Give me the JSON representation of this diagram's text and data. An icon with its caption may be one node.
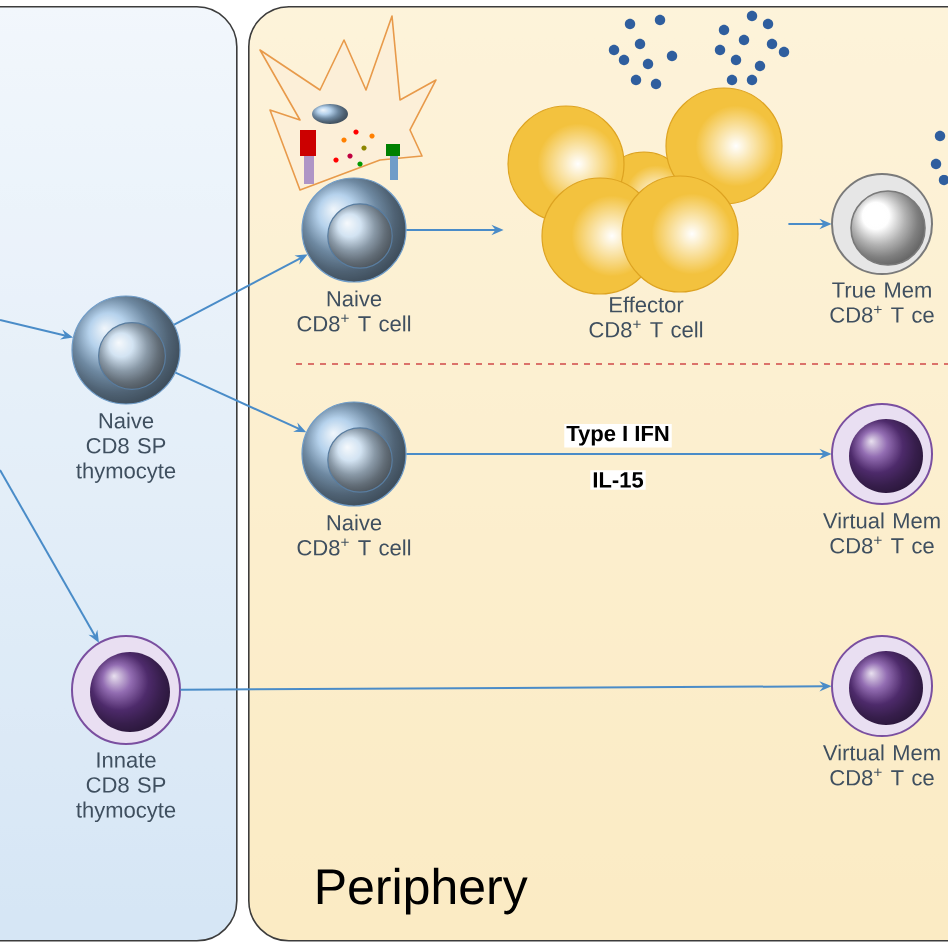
{
  "diagram": {
    "nodes": [
      {
        "text": [],
        "shape": "box"
      },
      {
        "text": [
          "Periphery"
        ]
      },
      {
        "text": [
          "Naive CD8 SP thymocyte"
        ],
        "in": 0
      },
      {
        "text": [
          "Innate CD8 SP thymocyte"
        ],
        "in": 0
      },
      {
        "text": [
          "Naive CD8$^{+}$ T cell"
        ],
        "in": 1
      },
      {
        "text": [
          "Effector CD8$^{+}$ T cell"
        ],
        "in": 1
      },
      {
        "text": [
          "True Mem CD8$^{+}$ T ce"
        ],
        "in": 1
      },
      {
        "text": [
          "Naive CD8$^{+}$ T cell"
        ],
        "in": 1
      },
      {
        "text": [
          "Virtual Mem CD8$^{+}$ T ce"
        ],
        "in": 1
      },
      {
        "text": [
          "Virtual Mem CD8$^{+}$ T ce"
        ],
        "in": 1
      }
    ],
    "edges": [
      {
        "from": null,
        "to": 2,
        "arrow": "to"
      },
      {
        "from": null,
        "to": 3,
        "arrow": "to"
      },
      {
        "from": 2,
        "to": 4,
        "arrow": "to"
      },
      {
        "from": 2,
        "to": 7,
        "arrow": "to"
      },
      {
        "from": 4,
        "to": 5,
        "arrow": "to"
      },
      {
        "from": 5,
        "to": 6,
        "arrow": "to"
      },
      {
        "from": 7,
        "to": 8,
        "label": "Type I IFN",
        "arrow": "to"
      },
      {
        "from": 3,
        "to": 9,
        "arrow": "to"
      }
    ],
    "labels": [
      "IL-15"
    ]
  }
}
